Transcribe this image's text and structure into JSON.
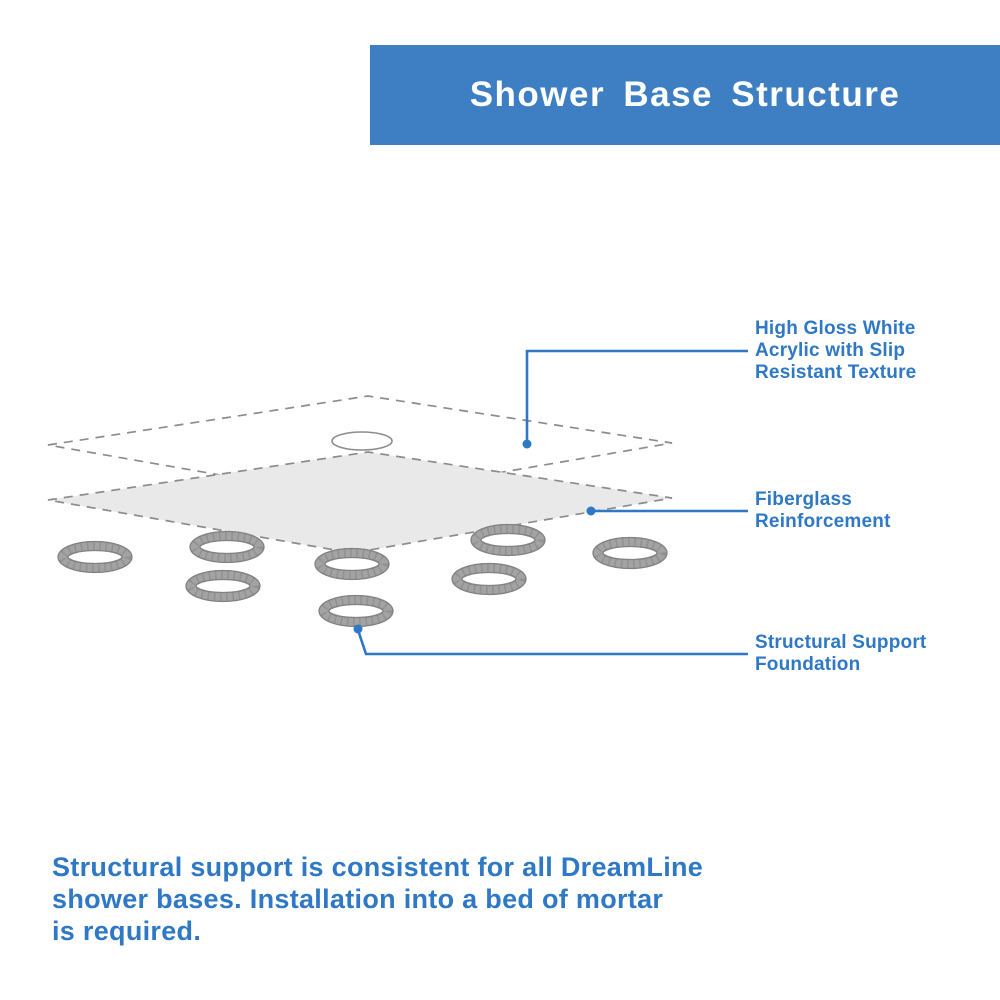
{
  "header": {
    "title": "Shower Base Structure"
  },
  "callouts": {
    "acrylic": {
      "label": "High Gloss White\nAcrylic with Slip\nResistant Texture"
    },
    "fiberglass": {
      "label": "Fiberglass\nReinforcement"
    },
    "foundation": {
      "label": "Structural Support\nFoundation"
    }
  },
  "footer": {
    "text": "Structural support is consistent for all DreamLine\nshower bases. Installation into a bed of mortar\nis required."
  },
  "colors": {
    "banner_blue": "#3d7fc2",
    "accent_blue": "#2e78c5",
    "layer_gray": "#e9e9e9",
    "ring_gray": "#a3a3a3",
    "ring_edge_gray": "#828282",
    "dash_gray": "#8c8c8c",
    "background": "#ffffff"
  }
}
